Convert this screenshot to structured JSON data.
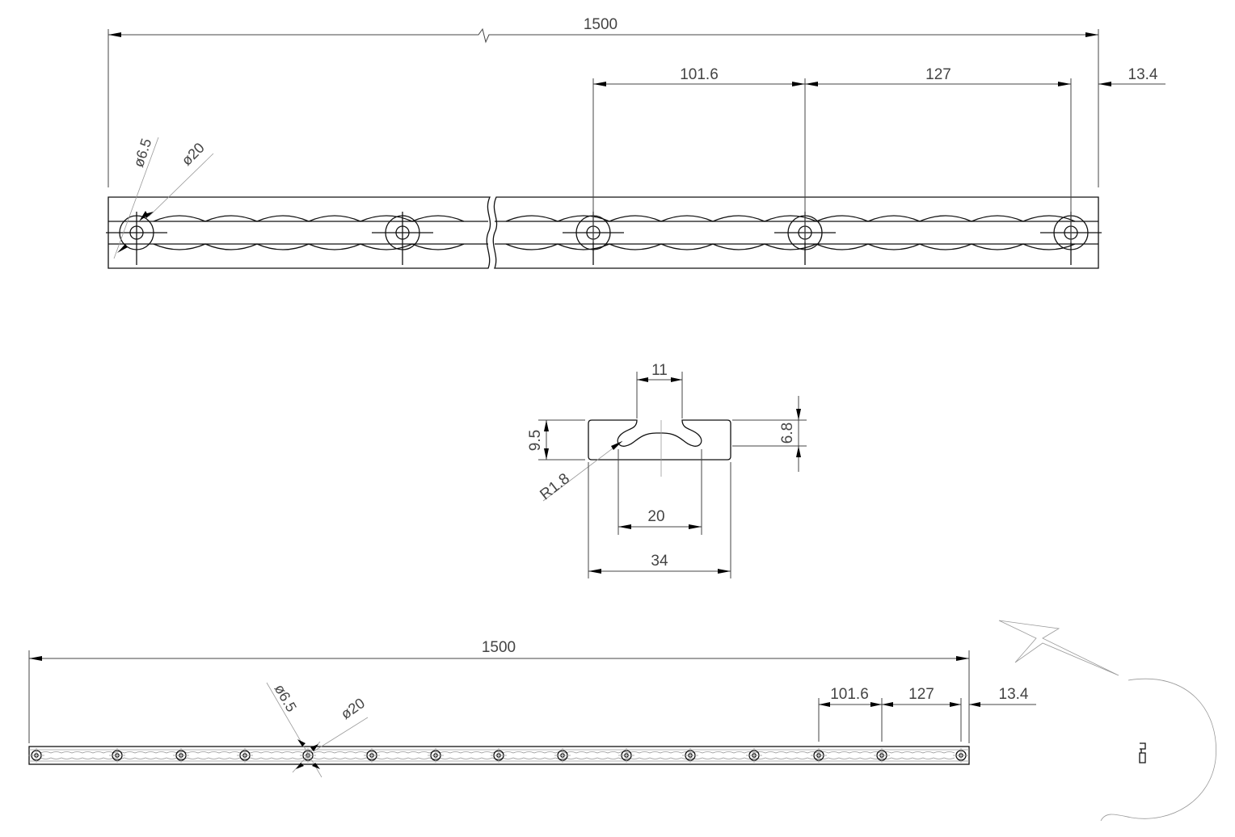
{
  "labels": {
    "top_overall_length": "1500",
    "top_pitch_a": "101.6",
    "top_pitch_b": "127",
    "top_end_offset": "13.4",
    "top_small_hole": "ø6.5",
    "top_large_hole": "ø20",
    "section_slot_width": "11",
    "section_height": "9.5",
    "section_slot_depth": "6.8",
    "section_radius": "R1.8",
    "section_inner_width": "20",
    "section_outer_width": "34",
    "bottom_overall_length": "1500",
    "bottom_pitch_a": "101.6",
    "bottom_pitch_b": "127",
    "bottom_end_offset": "13.4",
    "bottom_small_hole": "ø6.5",
    "bottom_large_hole": "ø20"
  },
  "colors": {
    "outline": "#111111",
    "dimension": "#444444",
    "leader": "#999999",
    "arrowhead": "#000000"
  }
}
